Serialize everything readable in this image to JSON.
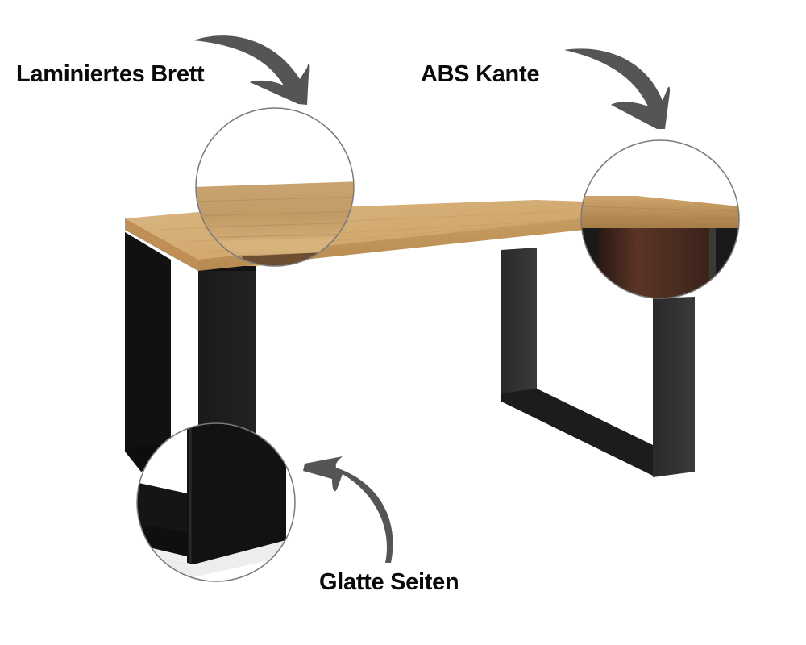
{
  "product": "Table with laminated top and black U-shaped metal legs",
  "callouts": [
    {
      "id": "laminated-board",
      "label": "Laminiertes Brett"
    },
    {
      "id": "abs-edge",
      "label": "ABS Kante"
    },
    {
      "id": "smooth-sides",
      "label": "Glatte Seiten"
    }
  ],
  "colors": {
    "background": "#ffffff",
    "wood_light": "#d9b47e",
    "wood_mid": "#c79a5e",
    "wood_edge": "#b58a52",
    "leg_black": "#161616",
    "leg_dark_grey": "#2c2c2c",
    "arrow_grey": "#555555",
    "circle_border": "#7a7a7a",
    "dark_walnut": "#4a2c20",
    "label_text": "#0a0a0a"
  }
}
